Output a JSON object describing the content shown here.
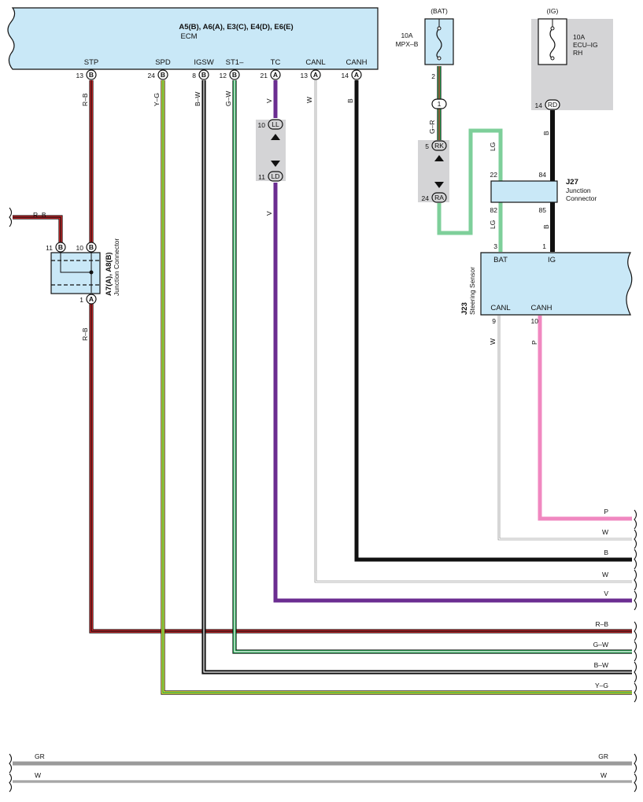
{
  "ecm": {
    "connectors": "A5(B), A6(A), E3(C), E4(D), E6(E)",
    "name": "ECM",
    "pins": [
      {
        "num": "13",
        "conn": "B",
        "label": "STP",
        "wire": "R–B"
      },
      {
        "num": "24",
        "conn": "B",
        "label": "SPD",
        "wire": "Y–G"
      },
      {
        "num": "8",
        "conn": "B",
        "label": "IGSW",
        "wire": "B–W"
      },
      {
        "num": "12",
        "conn": "B",
        "label": "ST1–",
        "wire": "G–W"
      },
      {
        "num": "21",
        "conn": "A",
        "label": "TC",
        "wire": "V"
      },
      {
        "num": "13",
        "conn": "A",
        "label": "CANL",
        "wire": "W"
      },
      {
        "num": "14",
        "conn": "A",
        "label": "CANH",
        "wire": "B"
      }
    ]
  },
  "fuse_bat": {
    "supply": "(BAT)",
    "rating": "10A",
    "name": "MPX–B",
    "pin": "2"
  },
  "fuse_ig": {
    "supply": "(IG)",
    "rating": "10A",
    "name_line1": "ECU–IG",
    "name_line2": "RH"
  },
  "ig_connector": {
    "num": "14",
    "code": "RD",
    "wire": "B"
  },
  "bat_connector": {
    "code": "1",
    "wire": "G–R"
  },
  "junction_a7": {
    "title": "A7(A), A8(B)",
    "subtitle": "Junction Connector",
    "pin_11": "11",
    "pin_11_conn": "B",
    "pin_10": "10",
    "pin_10_conn": "B",
    "pin_1": "1",
    "pin_1_conn": "A",
    "wire_in": "R–B",
    "wire_out": "R–B"
  },
  "tc_connector": {
    "pin_top": "10",
    "code_top": "LL",
    "pin_bottom": "11",
    "code_bottom": "LD",
    "wire": "V"
  },
  "bat_splice": {
    "pin_top": "5",
    "code_top": "RK",
    "pin_bottom": "24",
    "code_bottom": "RA"
  },
  "j27": {
    "code": "J27",
    "name_line1": "Junction",
    "name_line2": "Connector",
    "pin_22": "22",
    "pin_82": "82",
    "pin_84": "84",
    "pin_85": "85",
    "wire_lg_top": "LG",
    "wire_lg_bottom": "LG",
    "wire_b_bottom": "B"
  },
  "j23": {
    "code": "J23",
    "name": "Steering Sensor",
    "pin_bat_num": "3",
    "pin_bat_label": "BAT",
    "pin_ig_num": "1",
    "pin_ig_label": "IG",
    "pin_canl_num": "9",
    "pin_canl_label": "CANL",
    "pin_canh_num": "10",
    "pin_canh_label": "CANH",
    "wire_canl": "W",
    "wire_canh": "P"
  },
  "right_wires": [
    "P",
    "W",
    "B",
    "W",
    "V",
    "R–B",
    "G–W",
    "B–W",
    "Y–G"
  ],
  "bottom_wires": [
    {
      "left": "GR",
      "right": "GR"
    },
    {
      "left": "W",
      "right": "W"
    }
  ],
  "colors": {
    "ecu_fill": "#c9e8f7",
    "splice_gray": "#d4d4d6",
    "red": "#e0262a",
    "yellow": "#f0e632",
    "green": "#1ba14b",
    "light_green": "#7ecf9a",
    "violet": "#6b2d91",
    "pink": "#f088c0",
    "black": "#111111",
    "gray_wire": "#9a9a9a"
  }
}
